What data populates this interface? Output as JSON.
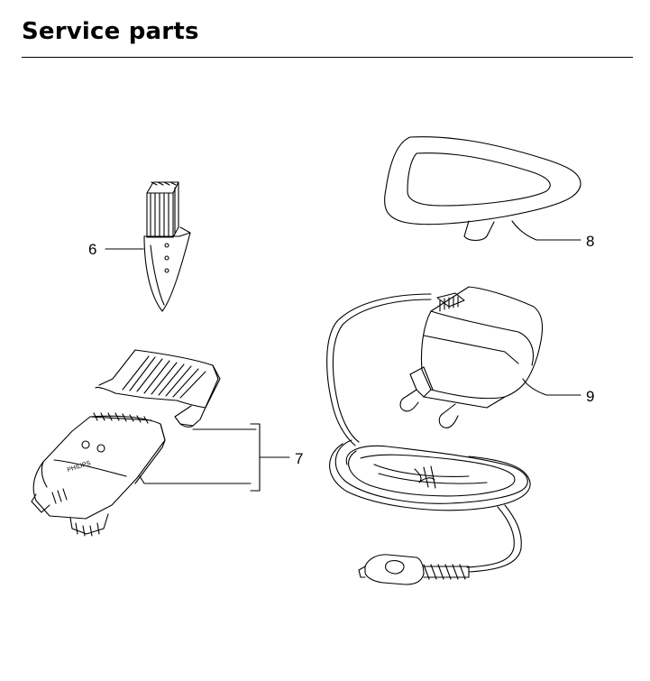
{
  "page": {
    "title": "Service parts"
  },
  "callouts": [
    {
      "id": "6",
      "label": "6"
    },
    {
      "id": "7",
      "label": "7"
    },
    {
      "id": "8",
      "label": "8"
    },
    {
      "id": "9",
      "label": "9"
    }
  ],
  "logo_text": "PHILIPS"
}
